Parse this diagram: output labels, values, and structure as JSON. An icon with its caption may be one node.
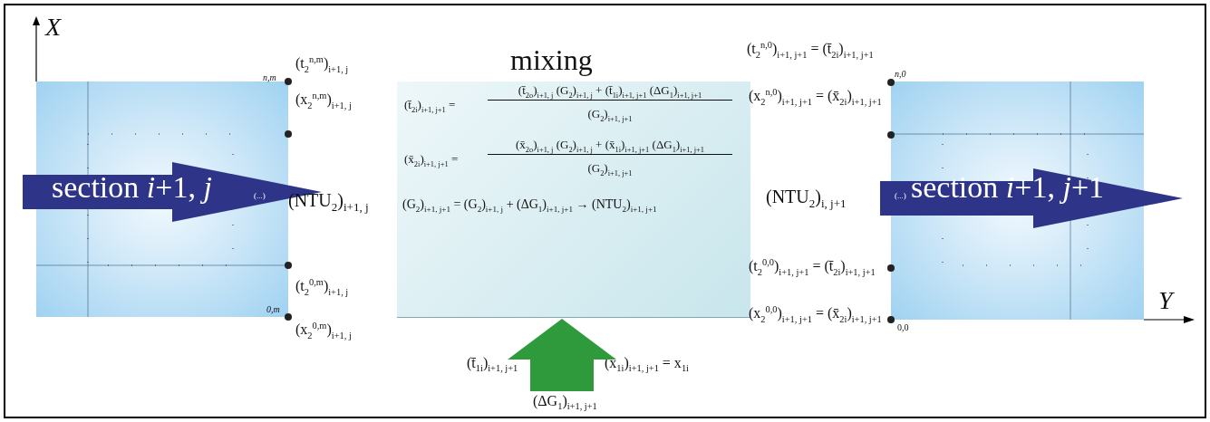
{
  "diagram": {
    "nodes": [
      {
        "text": [
          "section *i*+1, *j*",
          "(...)"
        ]
      },
      {
        "text": [
          "mixing",
          "(t̄$_{2i}$)$_{i+1, j+1}$ =",
          "(t̄$_{2o}$)$_{i+1, j}$ (G$_{2}$)$_{i+1, j}$ + (t̄$_{1i}$)$_{i+1, j+1}$ (ΔG$_{1}$)$_{i+1, j+1}$",
          "(G$_{2}$)$_{i+1, j+1}$",
          "(x̄$_{2i}$)$_{i+1, j+1}$ =",
          "(x̄$_{2o}$)$_{i+1, j}$ (G$_{2}$)$_{i+1, j}$ + (x̄$_{1i}$)$_{i+1, j+1}$ (ΔG$_{1}$)$_{i+1, j+1}$",
          "(G$_{2}$)$_{i+1, j+1}$",
          "(G$_{2}$)$_{i+1, j+1}$ = (G$_{2}$)$_{i+1, j}$ + (ΔG$_{1}$)$_{i+1, j+1}$ → (NTU$_{2}$)$_{i+1, j+1}$"
        ]
      },
      {
        "text": [
          "(...)",
          "section *i*+1, *j*+1"
        ]
      },
      {
        "text": [
          "(ΔG$_{1}$)$_{i+1, j+1}$"
        ]
      }
    ],
    "edges": [
      {
        "from": 3,
        "to": 1,
        "arrow": "to",
        "style": "thick",
        "color": "#2e9a3c"
      }
    ],
    "labels": [
      "X",
      "(t$_{2}$$^{n,m}$)$_{i+1, j}$",
      "(t$_{2}$$^{n,0}$)$_{i+1, j+1}$ = (t̄$_{2i}$)$_{i+1, j+1}$",
      "n,m",
      "n,0",
      "(x$_{2}$$^{n,m}$)$_{i+1, j}$",
      "(x$_{2}$$^{n,0}$)$_{i+1, j+1}$ = (x̄$_{2i}$)$_{i+1, j+1}$",
      "(NTU$_{2}$)$_{i+1, j}$",
      "(NTU$_{2}$)$_{i, j+1}$",
      "(t$_{2}$$^{0,m}$)$_{i+1, j}$",
      "(t$_{2}$$^{0,0}$)$_{i+1, j+1}$ = (t̄$_{2i}$)$_{i+1, j+1}$",
      "0,m",
      "(x$_{2}$$^{0,m}$)$_{i+1, j}$",
      "(x$_{2}$$^{0,0}$)$_{i+1, j+1}$ = (x̄$_{2i}$)$_{i+1, j+1}$",
      "0,0",
      "Y",
      "(t̄$_{1i}$)$_{i+1, j+1}$",
      "(x̄$_{1i}$)$_{i+1, j+1}$ = x$_{1i}$"
    ]
  }
}
